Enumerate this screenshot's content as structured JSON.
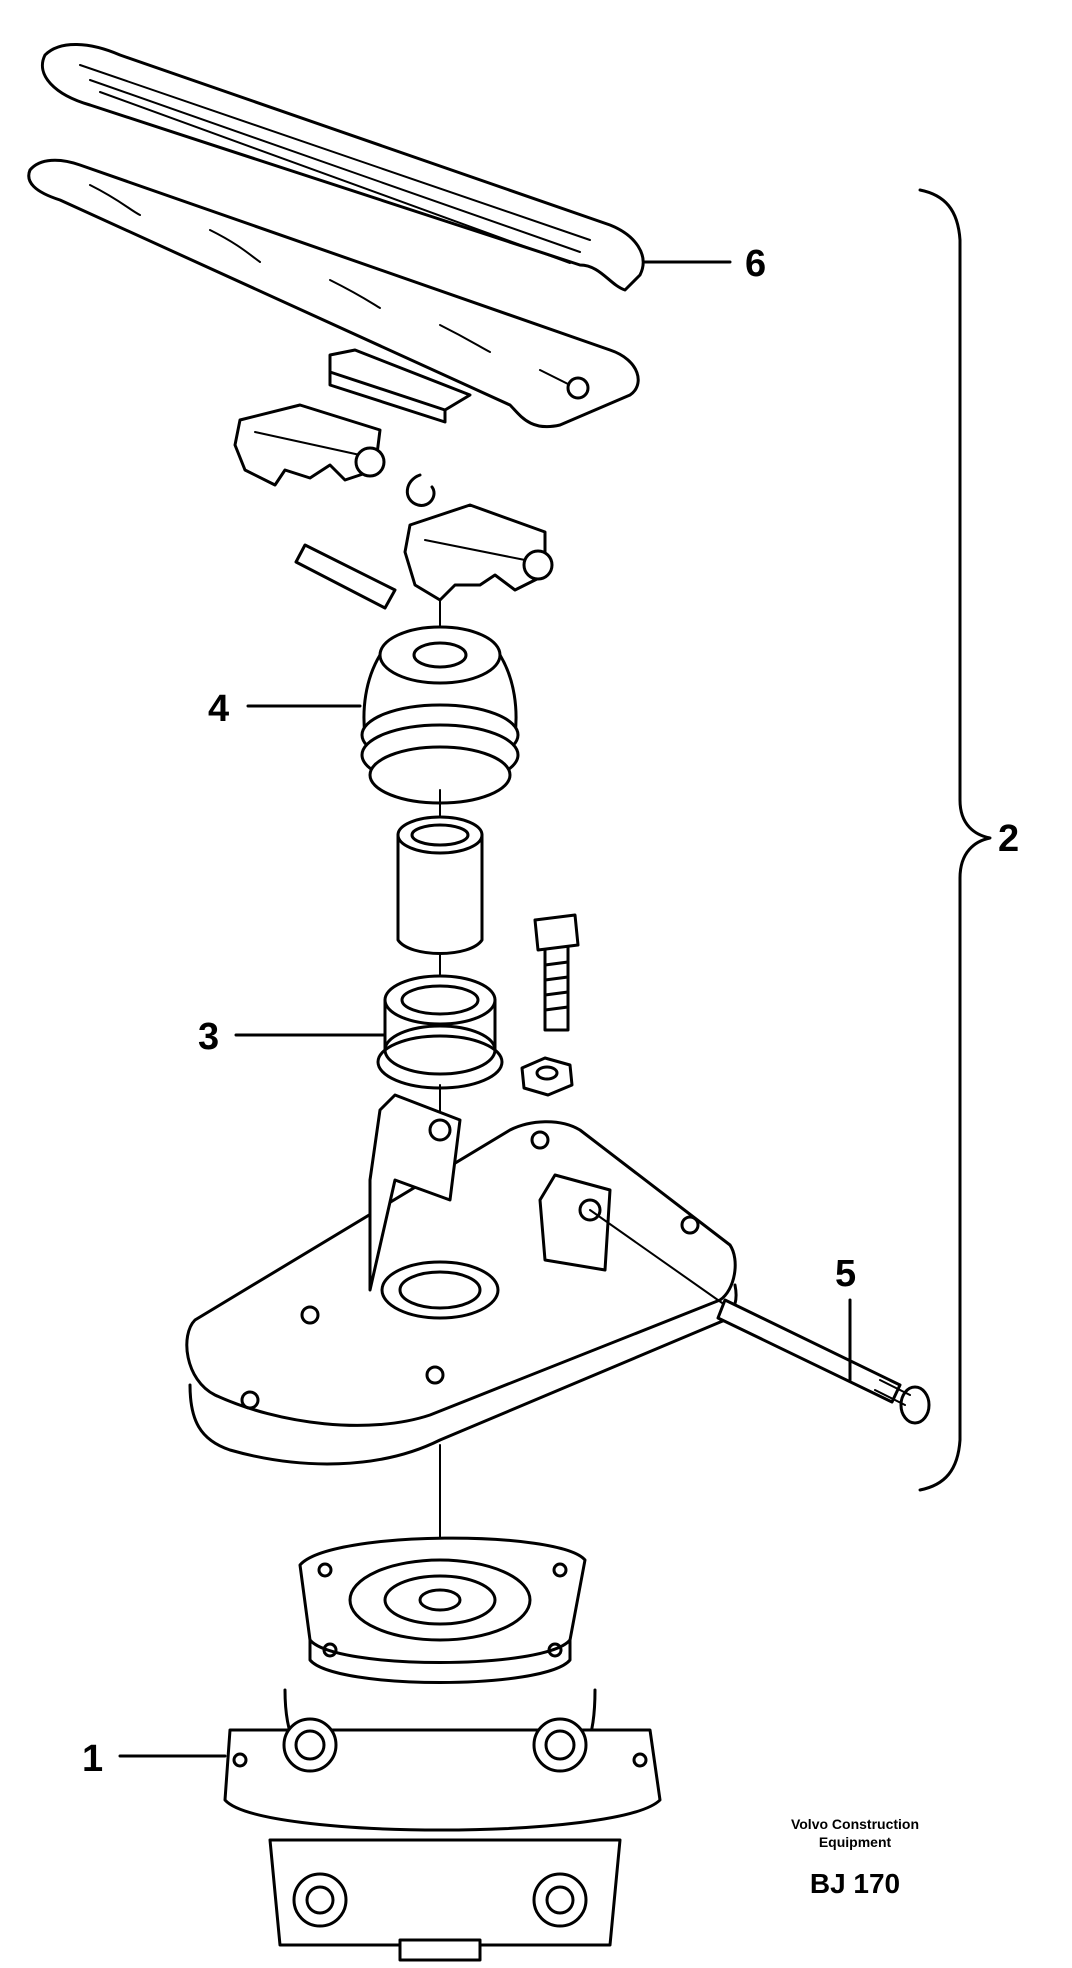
{
  "callouts": {
    "c1": "1",
    "c2": "2",
    "c3": "3",
    "c4": "4",
    "c5": "5",
    "c6": "6"
  },
  "caption": {
    "line1": "Volvo Construction",
    "line2": "Equipment",
    "code": "BJ 170"
  },
  "parts": [
    {
      "id": "1",
      "icon": "brake-valve-icon"
    },
    {
      "id": "3",
      "icon": "seal-ring-icon"
    },
    {
      "id": "4",
      "icon": "rubber-boot-icon"
    },
    {
      "id": "5",
      "icon": "pin-shaft-icon"
    },
    {
      "id": "6",
      "icon": "foot-pedal-icon"
    }
  ]
}
